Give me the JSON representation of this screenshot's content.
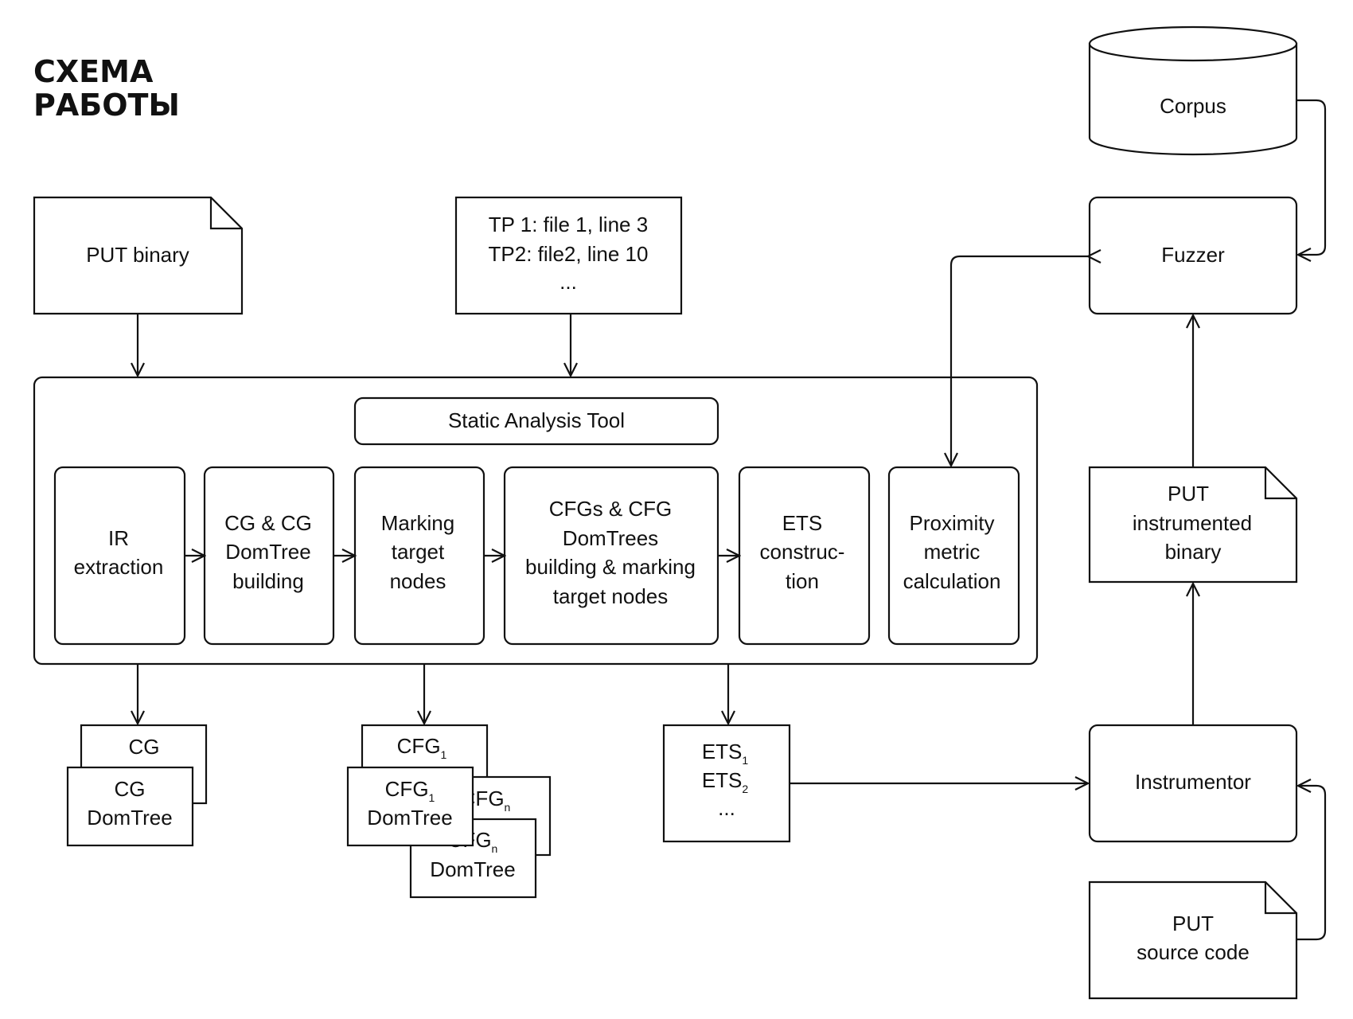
{
  "title": [
    "СХЕМА",
    "РАБОТЫ"
  ],
  "inputs": {
    "put_binary": "PUT binary",
    "target_points": [
      "TP 1: file 1, line 3",
      "TP2: file2, line 10",
      "..."
    ]
  },
  "static_analysis_tool": {
    "label": "Static Analysis Tool",
    "stages": [
      [
        "IR",
        "extraction"
      ],
      [
        "CG & CG",
        "DomTree",
        "building"
      ],
      [
        "Marking",
        "target",
        "nodes"
      ],
      [
        "CFGs & CFG",
        "DomTrees",
        "building & marking",
        "target nodes"
      ],
      [
        "ETS",
        "construc-",
        "tion"
      ],
      [
        "Proximity",
        "metric",
        "calculation"
      ]
    ]
  },
  "outputs": {
    "cg": {
      "back": "CG",
      "front": [
        "CG",
        "DomTree"
      ]
    },
    "cfg": {
      "cfg1": "CFG",
      "cfg1_sub": "1",
      "cfgn": "CFG",
      "cfgn_sub": "n",
      "cfg1_dom": "CFG",
      "cfg1_dom_sub": "1",
      "cfg1_dom_line2": "DomTree",
      "cfgn_dom": "CFG",
      "cfgn_dom_sub": "n",
      "cfgn_dom_line2": "DomTree"
    },
    "ets": {
      "line1": "ETS",
      "line1_sub": "1",
      "line2": "ETS",
      "line2_sub": "2",
      "line3": "..."
    }
  },
  "right_side": {
    "corpus": "Corpus",
    "fuzzer": "Fuzzer",
    "instrumented_binary": [
      "PUT",
      "instrumented",
      "binary"
    ],
    "instrumentor": "Instrumentor",
    "source_code": [
      "PUT",
      "source code"
    ]
  }
}
